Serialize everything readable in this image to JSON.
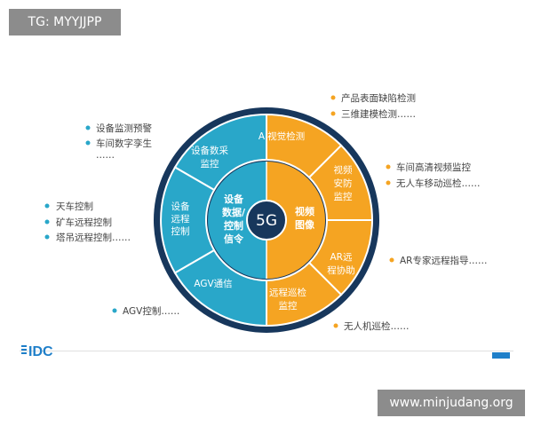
{
  "header_tag": "TG: MYYJJPP",
  "watermark": "www.minjudang.org",
  "center": "5G",
  "inner": {
    "left": [
      "设备",
      "数据/",
      "控制",
      "信令"
    ],
    "right": [
      "视频",
      "图像"
    ]
  },
  "segments": {
    "blue_top": [
      "设备数采",
      "监控"
    ],
    "blue_mid": [
      "设备",
      "远程",
      "控制"
    ],
    "blue_bottom": [
      "AGV通信"
    ],
    "orange_top": [
      "AI视觉检测"
    ],
    "orange_upper_right": [
      "视频",
      "安防",
      "监控"
    ],
    "orange_lower_right": [
      "AR远",
      "程协助"
    ],
    "orange_bottom": [
      "远程巡检",
      "监控"
    ]
  },
  "left_groups": [
    {
      "items": [
        "设备监测预警",
        "车间数字孪生"
      ],
      "ellipsis": "……"
    },
    {
      "items": [
        "天车控制",
        "矿车远程控制",
        "塔吊远程控制……"
      ]
    },
    {
      "items": [
        "AGV控制……"
      ]
    }
  ],
  "right_groups": [
    {
      "items": [
        "产品表面缺陷检测",
        "三维建模检测……"
      ]
    },
    {
      "items": [
        "车间高清视频监控",
        "无人车移动巡检……"
      ]
    },
    {
      "items": [
        "AR专家远程指导……"
      ]
    },
    {
      "items": [
        "无人机巡检……"
      ]
    }
  ],
  "logo": "IDC",
  "colors": {
    "blue": "#29a7c9",
    "orange": "#f5a422",
    "navy": "#17375c",
    "bullet_blue": "#29a7c9",
    "bullet_orange": "#f5a422"
  }
}
